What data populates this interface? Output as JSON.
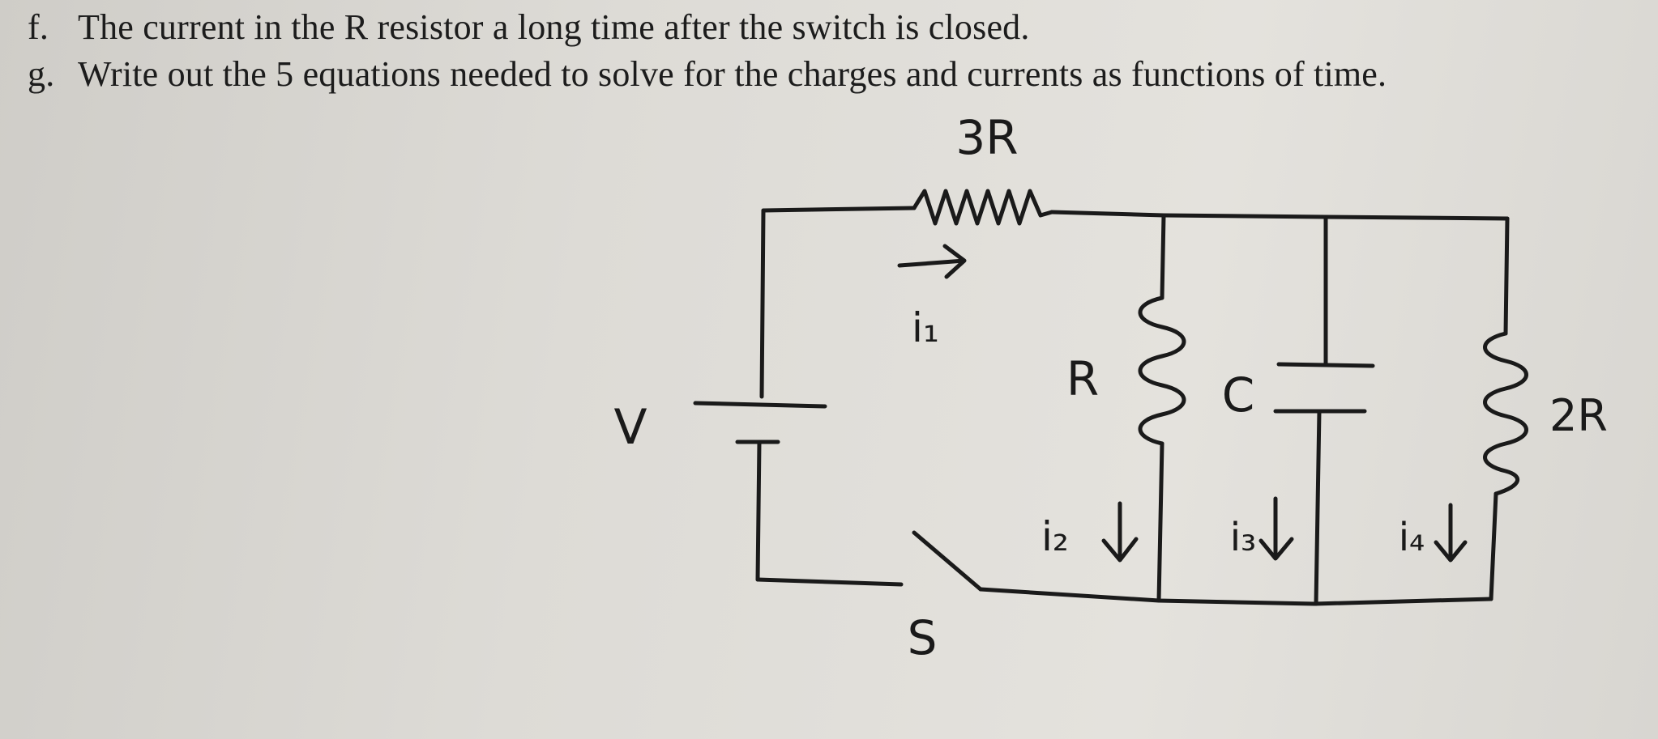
{
  "questions": [
    {
      "letter": "f.",
      "text": "The current in the R resistor a long time after the switch is closed."
    },
    {
      "letter": "g.",
      "text": "Write out the 5 equations needed to solve for the charges and currents as functions of time."
    }
  ],
  "circuit": {
    "labels": {
      "top_resistor": "3R",
      "source": "V",
      "middle_resistor": "R",
      "capacitor": "C",
      "right_resistor": "2R",
      "switch": "S"
    },
    "currents": {
      "i1": "i₁",
      "i2": "i₂",
      "i3": "i₃",
      "i4": "i₄"
    }
  }
}
